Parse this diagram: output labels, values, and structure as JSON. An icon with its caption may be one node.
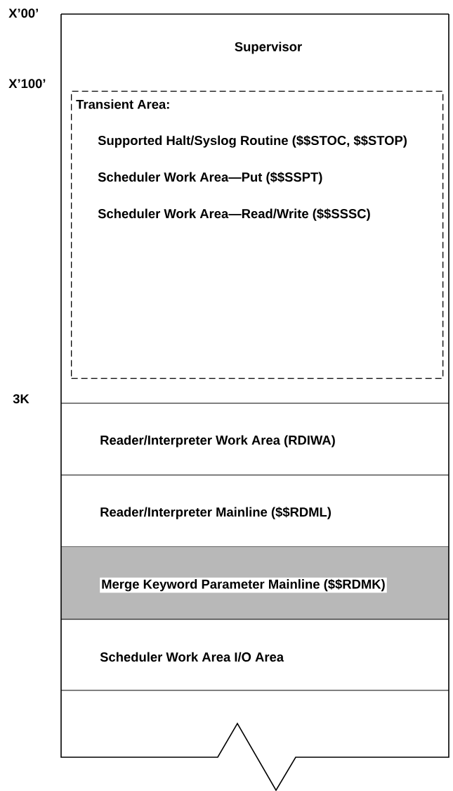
{
  "diagram": {
    "nodes": [
      {
        "text": [
          "Supervisor"
        ]
      },
      {
        "text": [
          "Transient Area:",
          "Supported Halt/Syslog Routine ($$STOC, $$STOP)",
          "Scheduler Work Area—Put ($$SSPT)",
          "Scheduler Work Area—Read/Write ($$SSSC)"
        ],
        "in": 0
      },
      {
        "text": [
          "Reader/Interpreter Work Area (RDIWA)"
        ]
      },
      {
        "text": [
          "Reader/Interpreter Mainline ($$RDML)"
        ]
      },
      {
        "text": [
          "Merge Keyword Parameter Mainline ($$RDMK)"
        ]
      },
      {
        "text": [
          "Scheduler Work Area I/O Area"
        ]
      },
      {
        "text": [],
        "shape": "box"
      }
    ],
    "labels": [
      "X’00’",
      "X’100’",
      "3K"
    ]
  }
}
